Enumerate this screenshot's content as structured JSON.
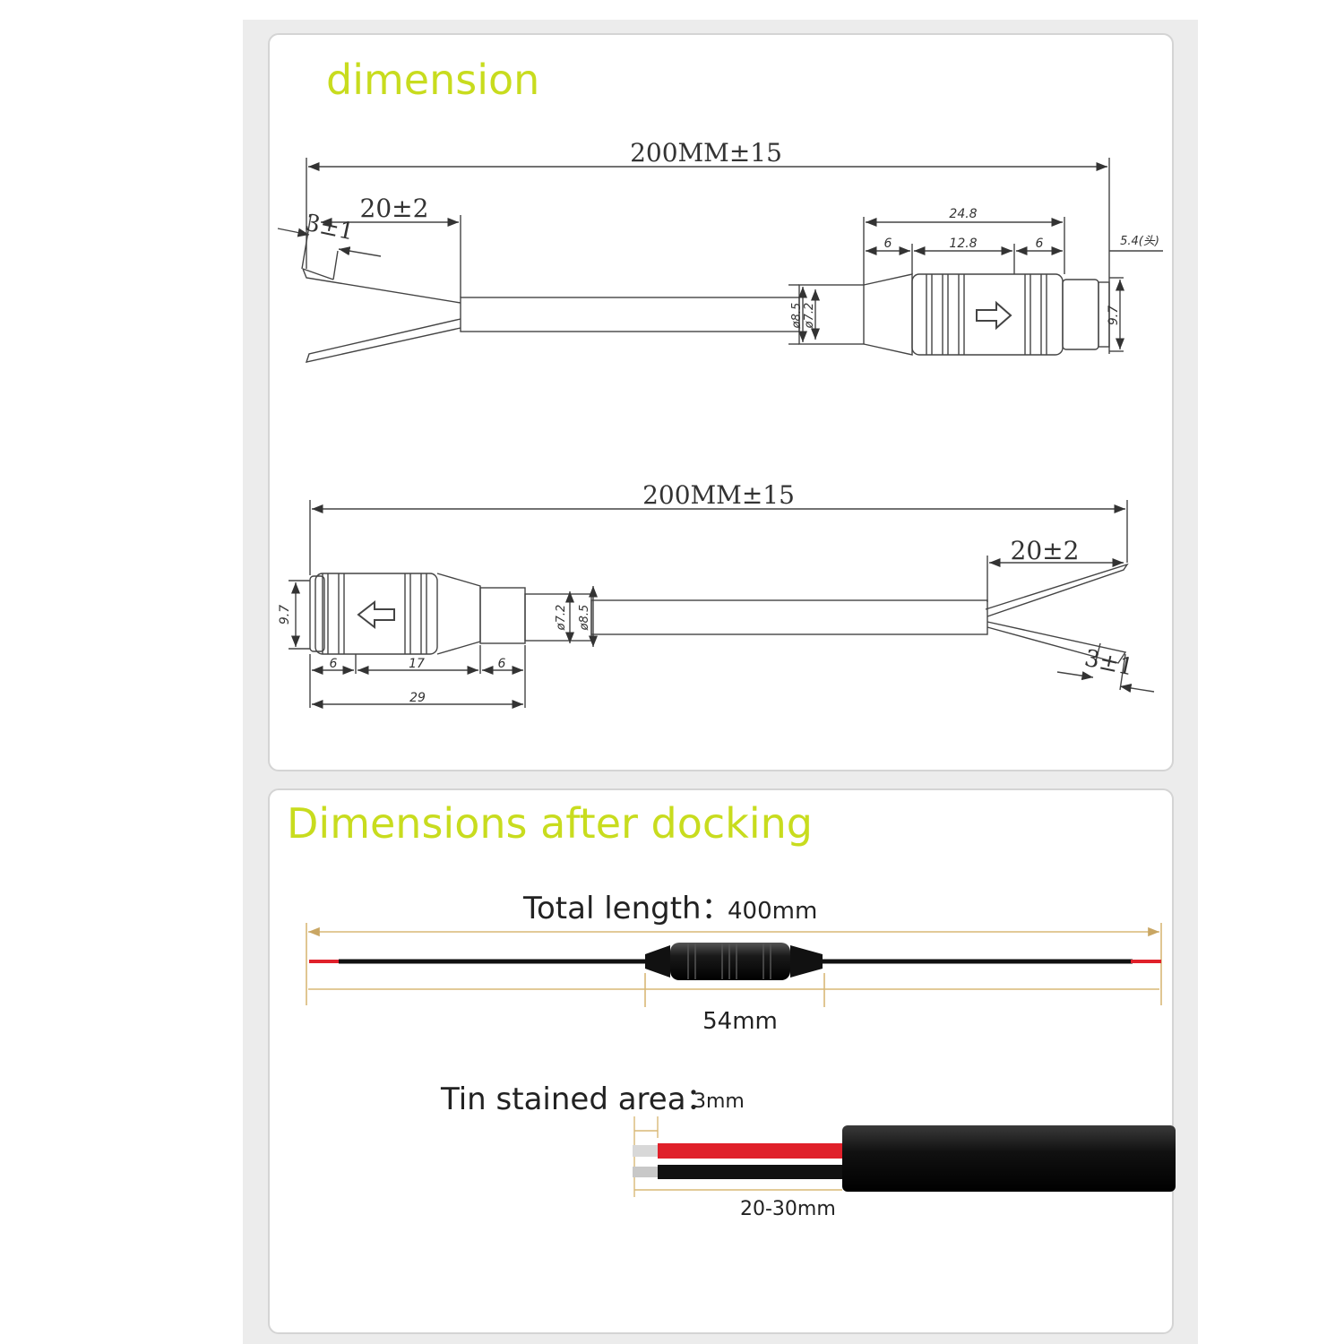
{
  "headings": {
    "top": "dimension",
    "bottom": "Dimensions after docking"
  },
  "drawing_a": {
    "total_length": "200MM±15",
    "strip_length": "20±2",
    "tin_length": "3±1",
    "connector_total": "24.8",
    "seg_left": "6",
    "seg_mid": "12.8",
    "seg_right": "6",
    "tip_length": "5.4(头)",
    "outer_dia": "ø8.5",
    "inner_dia": "ø7.2",
    "height": "9.7"
  },
  "drawing_b": {
    "total_length": "200MM±15",
    "strip_length": "20±2",
    "tin_length": "3±1",
    "height": "9.7",
    "seg_left": "6",
    "seg_mid": "17",
    "seg_right": "6",
    "connector_total": "29",
    "inner_dia": "ø7.2",
    "outer_dia": "ø8.5"
  },
  "docking": {
    "total_label": "Total length：",
    "total_value": "400mm",
    "connector_length": "54mm",
    "tin_label": "Tin stained area：",
    "tin_value": "3mm",
    "strip_value": "20-30mm"
  },
  "colors": {
    "heading": "#c8dc1e",
    "dimension_line": "#d9b877",
    "wire_red": "#e0202a",
    "cable_black": "#111111"
  }
}
